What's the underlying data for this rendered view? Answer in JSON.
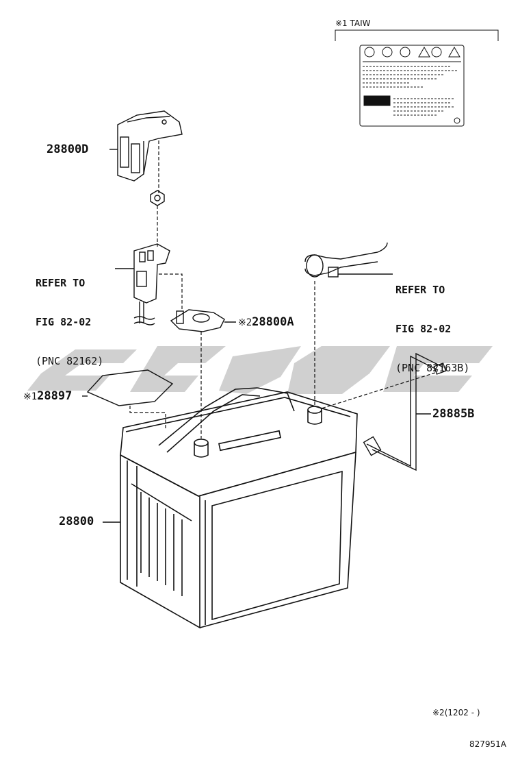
{
  "variant_note": {
    "mark": "※1",
    "label": "TAIW"
  },
  "parts": {
    "cover": "28800D",
    "clamp": "28800A",
    "clamp_mark": "※2",
    "battery": "28800",
    "sheet": "28897",
    "sheet_mark": "※1",
    "vent_hose": "28885B"
  },
  "refs": {
    "left": {
      "line1": "REFER TO",
      "line2": "FIG 82-02",
      "line3": "(PNC 82162)"
    },
    "right": {
      "line1": "REFER TO",
      "line2": "FIG 82-02",
      "line3": "(PNC 82163B)"
    }
  },
  "footnote": {
    "mark": "※2",
    "text": "(1202 -    )"
  },
  "figure_id": "827951A",
  "colors": {
    "line": "#111111",
    "watermark": "#c8c8c8"
  }
}
